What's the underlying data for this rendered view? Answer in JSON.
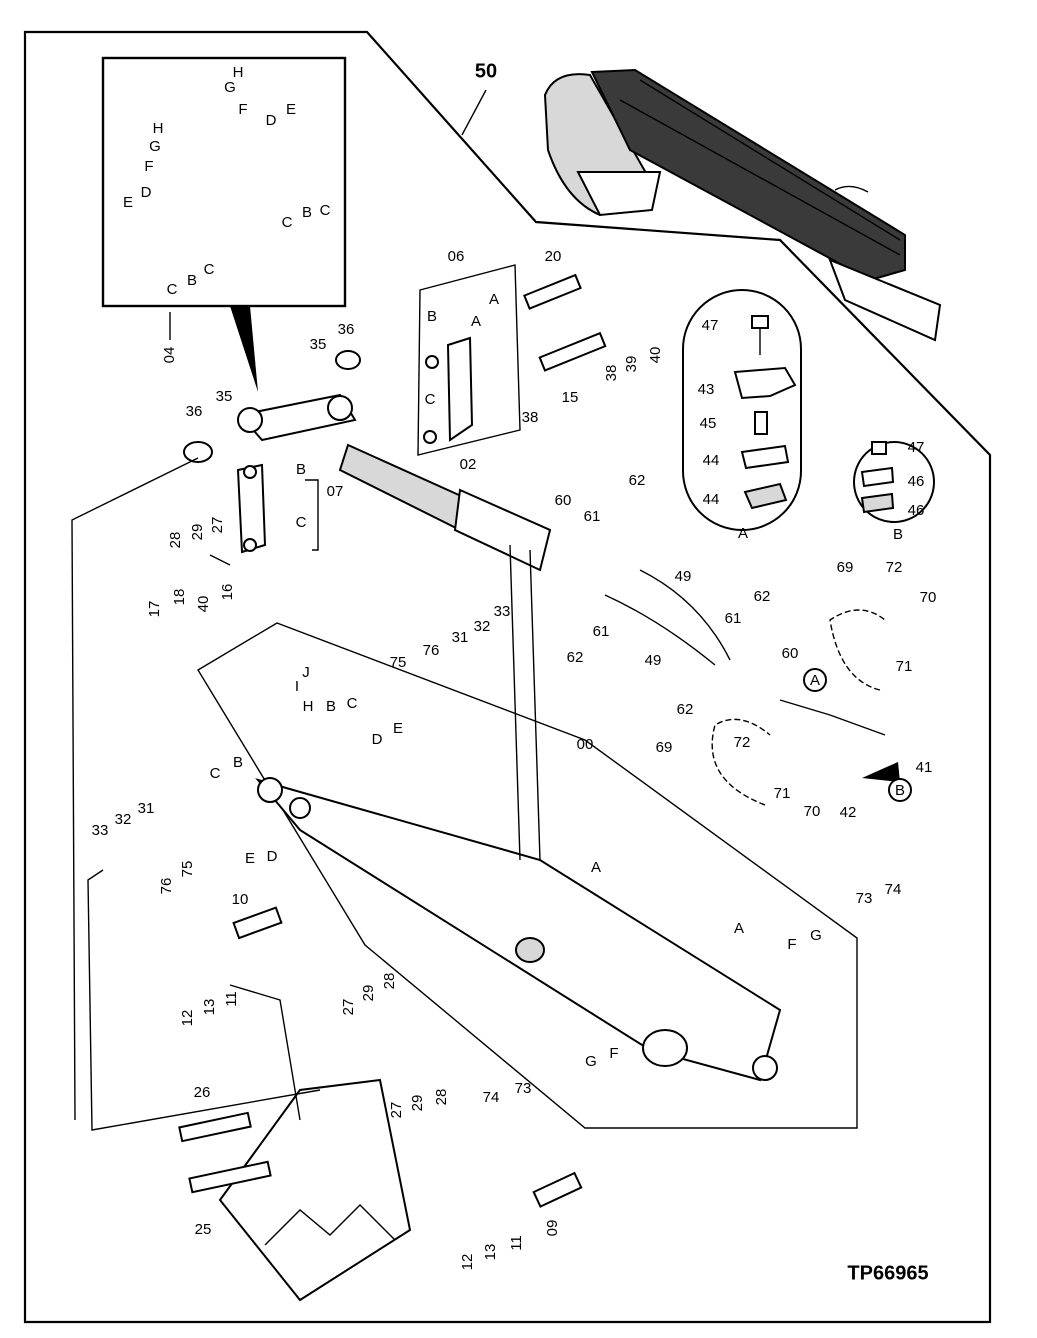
{
  "diagram": {
    "reference_code": "TP66965",
    "assembly_number": "50",
    "callout_letters": [
      "A",
      "B",
      "C",
      "D",
      "E",
      "F",
      "G",
      "H",
      "I",
      "J"
    ],
    "detail_labels": {
      "detail_a": "A",
      "detail_b": "B",
      "circle_a": "A",
      "circle_b": "B"
    },
    "inset": {
      "part_number": "04",
      "letters": [
        "H",
        "G",
        "F",
        "D",
        "E",
        "C",
        "B"
      ]
    },
    "groups": {
      "link_group": "06",
      "pin_group": "07",
      "cylinder": "02",
      "arm": "00"
    },
    "part_numbers": [
      "00",
      "02",
      "04",
      "06",
      "07",
      "09",
      "10",
      "11",
      "12",
      "13",
      "15",
      "16",
      "17",
      "18",
      "20",
      "25",
      "26",
      "27",
      "28",
      "29",
      "31",
      "32",
      "33",
      "35",
      "36",
      "38",
      "39",
      "40",
      "41",
      "42",
      "43",
      "44",
      "45",
      "46",
      "47",
      "49",
      "60",
      "61",
      "62",
      "69",
      "70",
      "71",
      "72",
      "73",
      "74",
      "75",
      "76"
    ]
  }
}
